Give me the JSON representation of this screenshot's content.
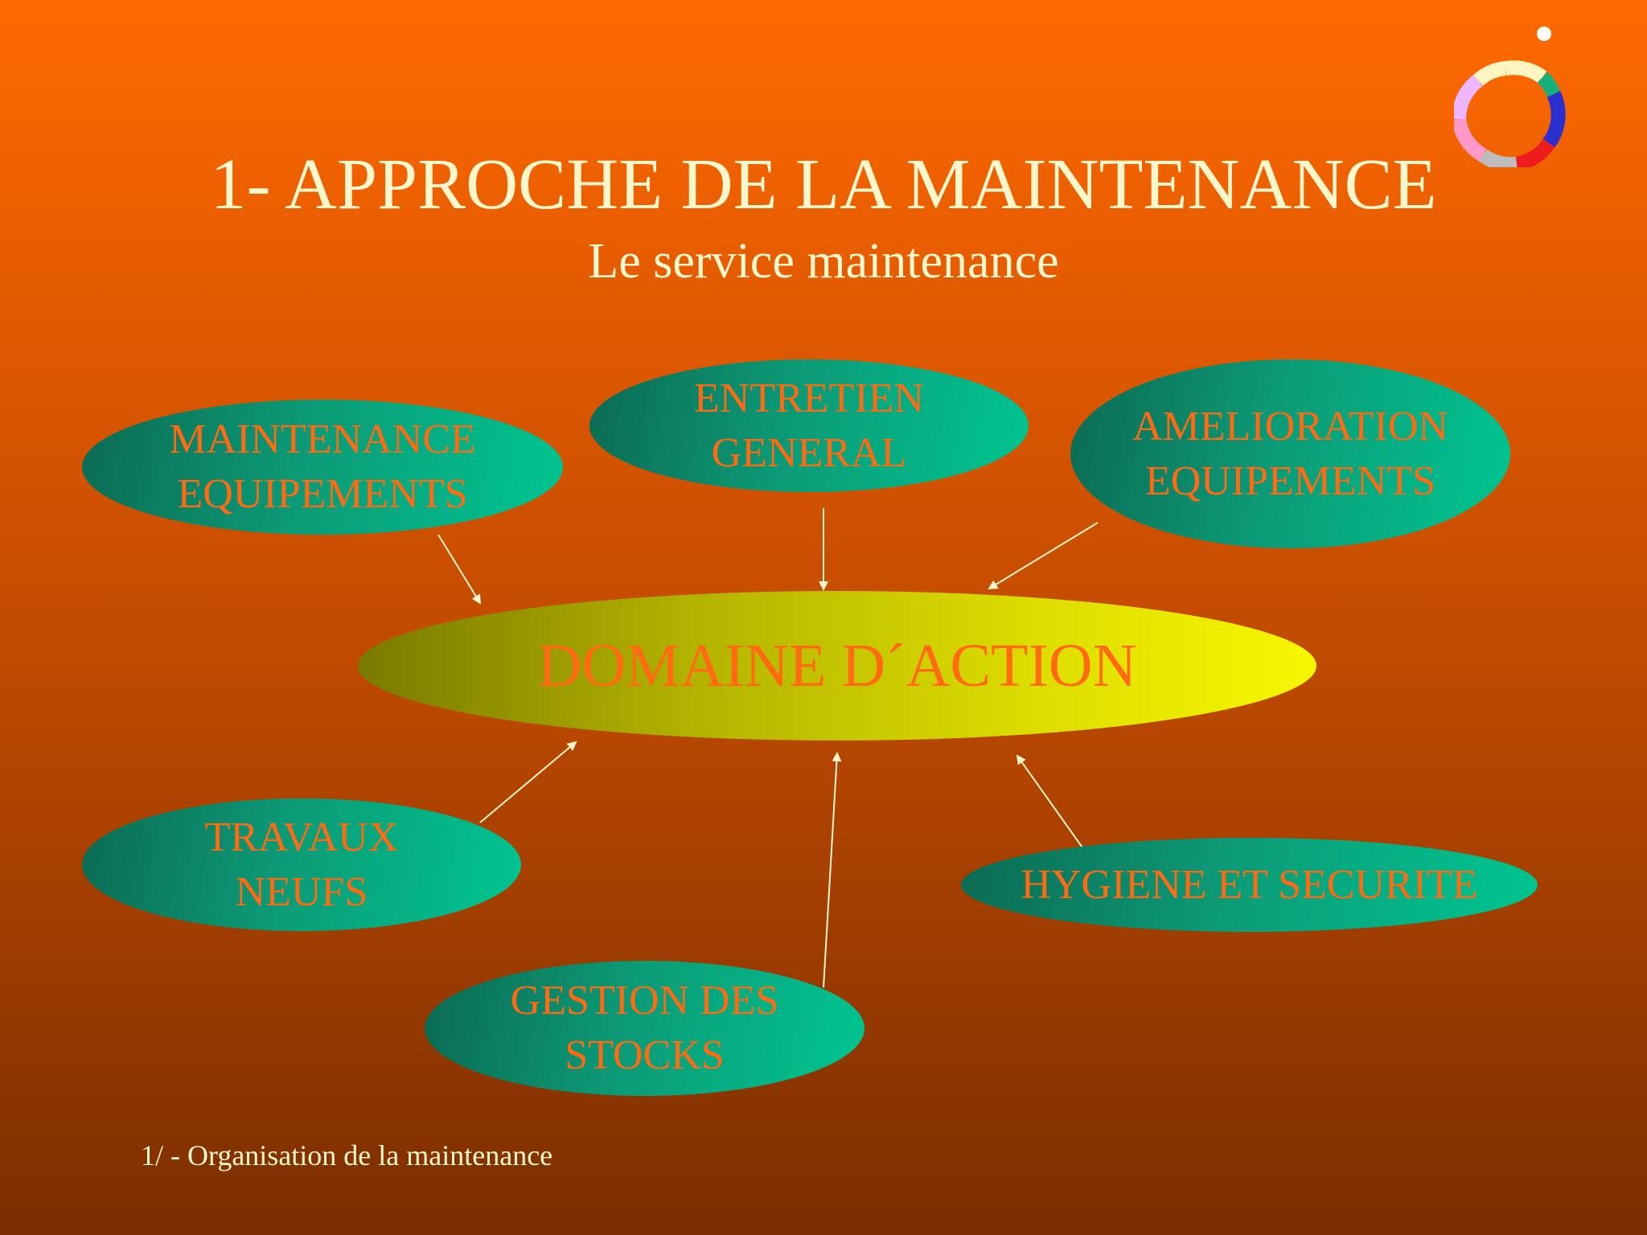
{
  "slide": {
    "title": "1- APPROCHE DE LA MAINTENANCE",
    "subtitle": "Le service maintenance",
    "footer": "1/ - Organisation de la maintenance"
  },
  "diagram": {
    "center": "DOMAINE D´ACTION",
    "nodes": {
      "maintenance_equipements": "MAINTENANCE\nEQUIPEMENTS",
      "entretien_general": "ENTRETIEN\nGENERAL",
      "amelioration_equipements": "AMELIORATION\nEQUIPEMENTS",
      "travaux_neufs": "TRAVAUX\nNEUFS",
      "hygiene_securite": "HYGIENE ET SECURITE",
      "gestion_stocks": "GESTION DES\nSTOCKS"
    }
  },
  "colors": {
    "node_text": "#ff6a13",
    "title_text": "#fff6cc",
    "arrow": "#fff6cc"
  },
  "logo": {
    "icon": "segmented-ring-logo"
  }
}
